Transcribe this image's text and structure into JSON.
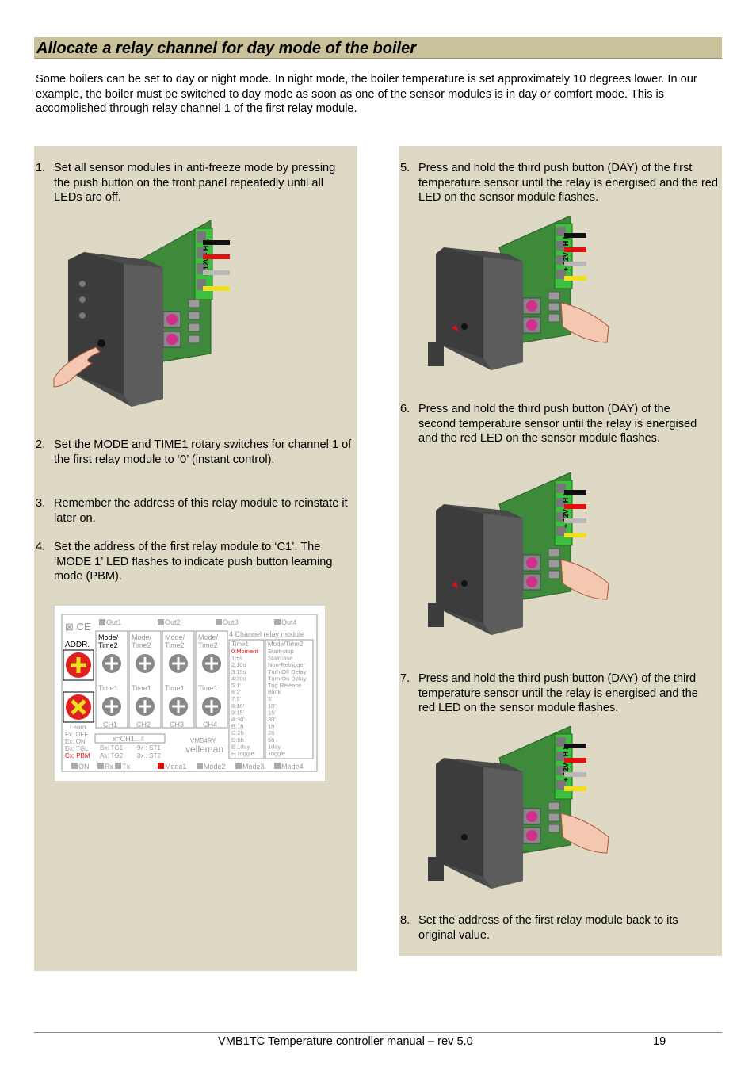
{
  "heading": "Allocate a relay channel for day mode of the boiler",
  "intro": "Some boilers can be set to day or night mode. In night mode, the boiler temperature is set approximately 10 degrees lower. In our example, the boiler must be switched to day mode as soon as one of the sensor modules is in day or comfort mode. This is accomplished through relay channel 1 of the first relay module.",
  "steps": [
    {
      "num": "1.",
      "text": "Set all sensor modules in anti-freeze mode by pressing the push button on the front panel repeatedly until all LEDs are off."
    },
    {
      "num": "2.",
      "text": "Set the MODE and TIME1 rotary switches for channel 1 of the first relay module to ‘0’ (instant control)."
    },
    {
      "num": "3.",
      "text": "Remember the address of this relay module to reinstate it later on."
    },
    {
      "num": "4.",
      "text": "Set the address of the first relay module to ‘C1’. The ‘MODE 1’ LED flashes to indicate push button learning mode (PBM)."
    },
    {
      "num": "5.",
      "text": "Press and hold the third push button (DAY) of the first temperature sensor until the relay is energised and the red LED on the sensor module flashes."
    },
    {
      "num": "6.",
      "text": "Press and hold the third push button (DAY) of the second temperature sensor until the relay is energised and the red LED on the sensor module flashes."
    },
    {
      "num": "7.",
      "text": "Press and hold the third push button (DAY) of the third temperature sensor until the relay is energised and the red LED on the sensor module flashes."
    },
    {
      "num": "8.",
      "text": "Set the address of the first relay module back to its original value."
    }
  ],
  "module": {
    "terminal_label": "+ 12V - H L",
    "terminal_wire_colors": [
      "#111111",
      "#e01010",
      "#b8b8b8",
      "#f0e020"
    ]
  },
  "relay_panel": {
    "outs": [
      "Out1",
      "Out2",
      "Out3",
      "Out4"
    ],
    "addr": "ADDR.",
    "mode_labels": [
      "Mode/\nTime2",
      "Mode/\nTime2",
      "Mode/\nTime2",
      "Mode/\nTime2"
    ],
    "time1_labels": [
      "Time1",
      "Time1",
      "Time1",
      "Time1"
    ],
    "ch_labels": [
      "CH1",
      "CH2",
      "CH3",
      "CH4"
    ],
    "module_title": "4 Channel relay module",
    "col_time1": "Time1",
    "col_mode": "Mode/Time2",
    "time1_list": [
      "0:Moment",
      "1:5s",
      "2:10s",
      "3:15s",
      "4:30s",
      "5:1'",
      "6:2'",
      "7:5'",
      "8:10'",
      "9:15'",
      "A:30'",
      "B:1h",
      "C:2h",
      "D:5h",
      "E:1day",
      "F:Toggle"
    ],
    "mode_list": [
      "Start-stop",
      "Staircase",
      "Non-Retrigger",
      "Turn Off Delay",
      "Turn On Delay",
      "Trig Release",
      "Blink",
      "5'",
      "10'",
      "15'",
      "30'",
      "1h",
      "2h",
      "5h",
      "1day",
      "Toggle"
    ],
    "learn": "Learn",
    "learn_lines": [
      "Fx: OFF",
      "Ex: ON",
      "Dx: TGL",
      "Cx: PBM"
    ],
    "x_ch": "x=CH1...4",
    "bx": "Bx: TG1",
    "ax": "Ax: TG2",
    "nine_x": "9x : ST1",
    "eight_x": "8x : ST2",
    "model": "VMB4RY",
    "brand": "velleman",
    "leds_bottom": [
      "ON",
      "Rx",
      "Tx",
      "Mode1",
      "Mode2",
      "Mode3",
      "Mode4"
    ]
  },
  "footer": {
    "title": "VMB1TC Temperature controller manual – rev 5.0",
    "page": "19"
  }
}
